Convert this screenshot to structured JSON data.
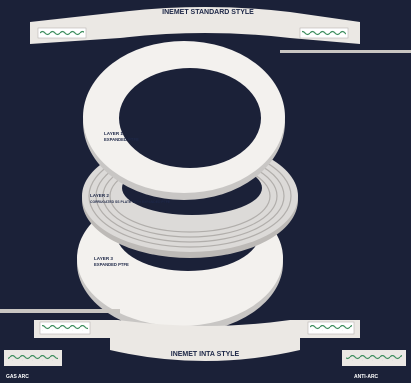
{
  "top_band": {
    "title": "INEMET STANDARD STYLE"
  },
  "bottom_band": {
    "title": "INEMET INTA STYLE"
  },
  "layers": [
    {
      "label": "LAYER 1",
      "sub": "EXPANDED PTFE"
    },
    {
      "label": "LAYER 2",
      "sub": "CORRUGATED SS PLATE WITH EXPANDED PTFE"
    },
    {
      "label": "LAYER 3",
      "sub": "EXPANDED PTFE"
    }
  ],
  "corner_labels": {
    "left": "GAS ARC",
    "right": "ANTI-ARC"
  },
  "colors": {
    "background": "#1b2138",
    "ring": "#f3f1ee",
    "ring_shadow": "#c8c6c4",
    "core": "#dcdad8",
    "hole": "#1b2138",
    "band": "#ebe8e4",
    "wave": "#3f8f5f"
  }
}
